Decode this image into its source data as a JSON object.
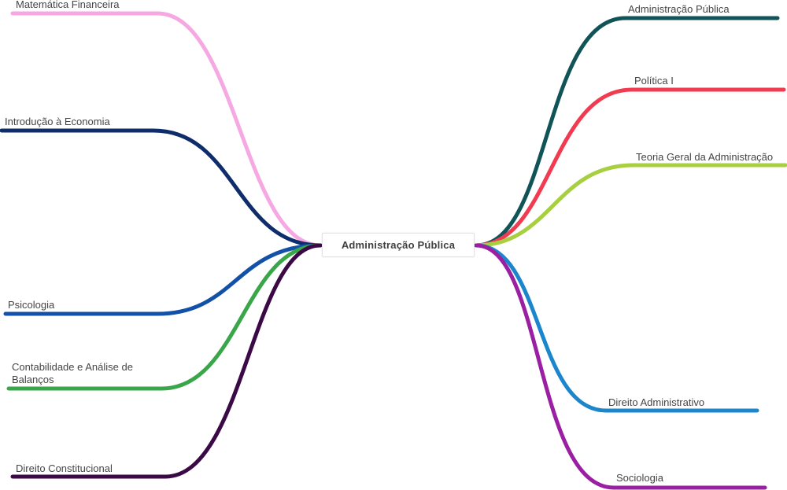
{
  "center": {
    "label": "Administração Pública"
  },
  "branches": [
    {
      "id": "matematica",
      "label": "Matemática Financeira",
      "color": "#f6a8e3"
    },
    {
      "id": "economia",
      "label": "Introdução à Economia",
      "color": "#0f2c6b"
    },
    {
      "id": "psicologia",
      "label": "Psicologia",
      "color": "#1350a8"
    },
    {
      "id": "contabilidade",
      "label": "Contabilidade e Análise de Balanços",
      "color": "#3aa64a"
    },
    {
      "id": "constitucional",
      "label": "Direito Constitucional",
      "color": "#3b0a46"
    },
    {
      "id": "admpublica",
      "label": "Administração Pública",
      "color": "#115458"
    },
    {
      "id": "politica",
      "label": "Política I",
      "color": "#f23a50"
    },
    {
      "id": "tga",
      "label": "Teoria Geral da Administração",
      "color": "#a7cf3f"
    },
    {
      "id": "administrativo",
      "label": "Direito Administrativo",
      "color": "#1c86cd"
    },
    {
      "id": "sociologia",
      "label": "Sociologia",
      "color": "#9a1fa2"
    }
  ]
}
